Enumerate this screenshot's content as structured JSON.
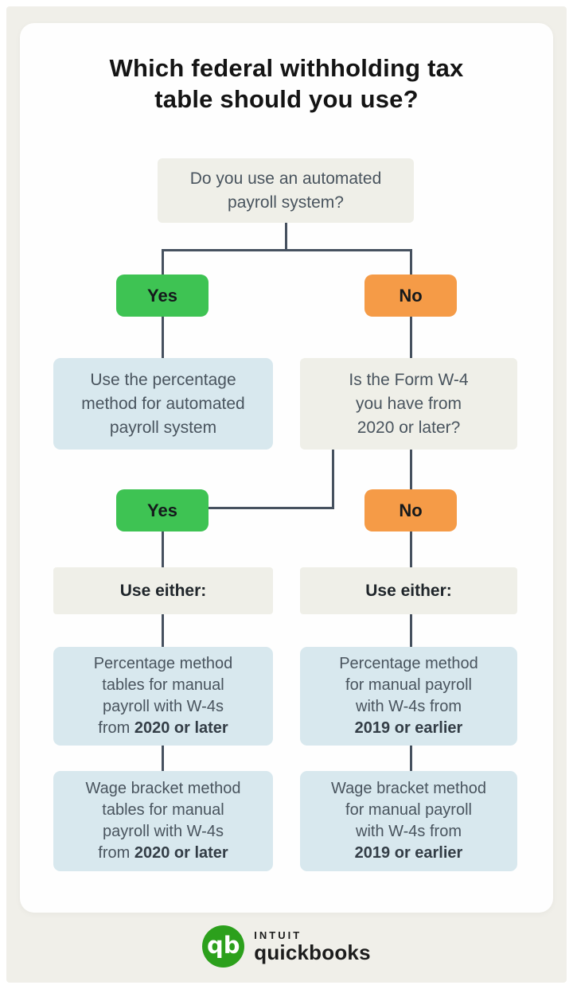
{
  "colors": {
    "background": "#f0efe9",
    "card": "#fefefe",
    "neutral_box": "#efefe8",
    "blue_box": "#d8e8ee",
    "yes_green": "#3ec353",
    "no_orange": "#f59b47",
    "connector": "#46515f",
    "body_text": "#49545e",
    "title_text": "#141414",
    "quickbooks_green": "#2ca01c"
  },
  "title": {
    "line1": "Which federal withholding tax",
    "line2": "table should you use?"
  },
  "flowchart": {
    "q_automated": {
      "line1": "Do you use an automated",
      "line2": "payroll system?"
    },
    "branch1": {
      "yes": "Yes",
      "no": "No"
    },
    "auto_result": {
      "line1": "Use the percentage",
      "line2": "method for automated",
      "line3": "payroll system"
    },
    "q_w4": {
      "line1": "Is the Form W-4",
      "line2": "you have from",
      "line3": "2020 or later?"
    },
    "branch2": {
      "yes": "Yes",
      "no": "No"
    },
    "use_either_left": "Use either:",
    "use_either_right": "Use either:",
    "left_percentage": {
      "line1": "Percentage method",
      "line2": "tables for manual",
      "line3": "payroll with W-4s",
      "line4_prefix": "from ",
      "line4_bold": "2020 or later"
    },
    "left_wage": {
      "line1": "Wage bracket method",
      "line2": "tables for manual",
      "line3": "payroll with W-4s",
      "line4_prefix": "from ",
      "line4_bold": "2020 or later"
    },
    "right_percentage": {
      "line1": "Percentage method",
      "line2": "for manual payroll",
      "line3": "with W-4s from",
      "line4_bold": "2019 or earlier"
    },
    "right_wage": {
      "line1": "Wage bracket method",
      "line2": "for manual payroll",
      "line3": "with W-4s from",
      "line4_bold": "2019 or earlier"
    }
  },
  "footer": {
    "logo_monogram": "qb",
    "brand_top": "INTUIT",
    "brand_bottom": "quickbooks"
  }
}
